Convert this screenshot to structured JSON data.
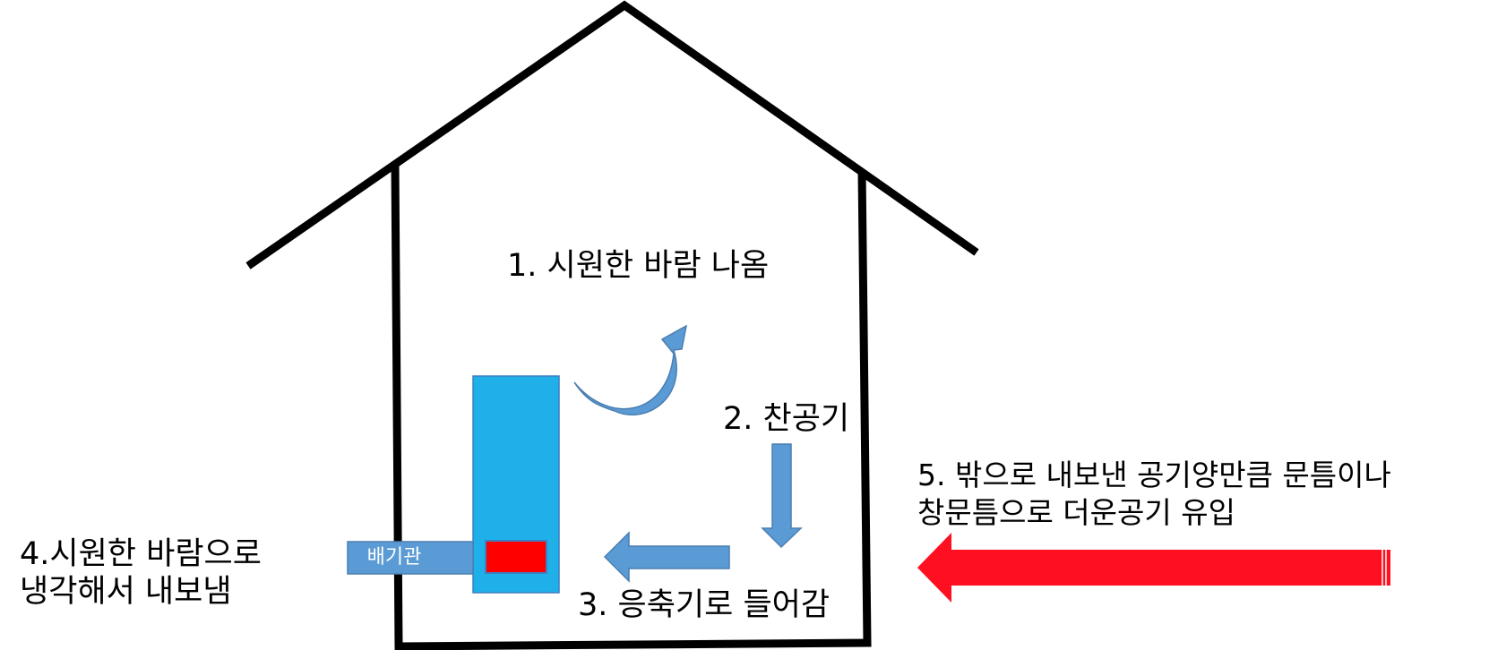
{
  "labels": {
    "step1": "1. 시원한 바람 나옴",
    "step2": "2. 찬공기",
    "step3": "3. 응축기로 들어감",
    "step4_line1": "4.시원한 바람으로",
    "step4_line2": "냉각해서 내보냄",
    "step5_line1": "5. 밖으로 내보낸 공기양만큼 문틈이나",
    "step5_line2": "창문틈으로 더운공기 유입",
    "exhaust_pipe": "배기관"
  },
  "colors": {
    "outline": "#000000",
    "unit": "#1fb0ea",
    "unit_border": "#3f7fbf",
    "flow_arrow": "#5b9bd5",
    "flow_arrow_border": "#4a7eb0",
    "heat_box": "#ff0000",
    "hot_air_arrow": "#ff1020"
  }
}
